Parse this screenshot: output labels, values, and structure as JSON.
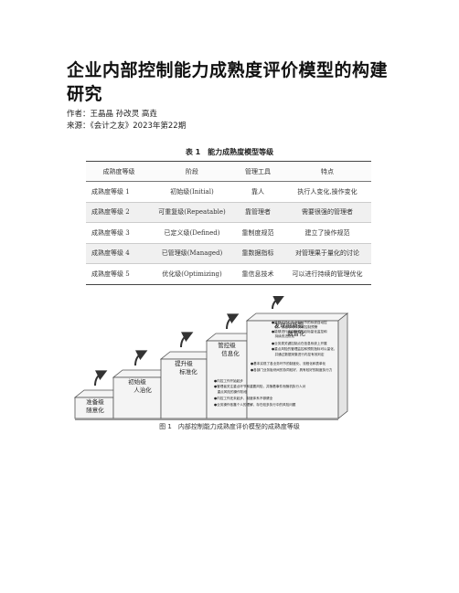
{
  "article": {
    "title": "企业内部控制能力成熟度评价模型的构建研究",
    "authors": "作者：王晶晶 孙改灵 高垚",
    "source": "来源：《会计之友》2023年第22期"
  },
  "table": {
    "caption": "表 1　能力成熟度模型等级",
    "headers": [
      "成熟度等级",
      "阶段",
      "管理工具",
      "特点"
    ],
    "rows": [
      [
        "成熟度等级 1",
        "初始级(Initial)",
        "靠人",
        "执行人变化,操作变化"
      ],
      [
        "成熟度等级 2",
        "可重复级(Repeatable)",
        "靠管理者",
        "需要很强的管理者"
      ],
      [
        "成熟度等级 3",
        "已定义级(Defined)",
        "靠制度规范",
        "建立了操作规范"
      ],
      [
        "成熟度等级 4",
        "已管理级(Managed)",
        "靠数据指标",
        "对管理果于量化的讨论"
      ],
      [
        "成熟度等级 5",
        "优化级(Optimizing)",
        "靠信息技术",
        "可以进行持续的管理优化"
      ]
    ]
  },
  "figure": {
    "caption": "图 1　内部控制能力成熟度评价模型的成熟度等级",
    "steps": [
      {
        "line1": "准备级",
        "line2": "随意化"
      },
      {
        "line1": "初始级",
        "line2": "人治化"
      },
      {
        "line1": "提升级",
        "line2": "标准化"
      },
      {
        "line1": "管控级",
        "line2": "信息化"
      },
      {
        "line1": "发现创新提",
        "line2": "数智化"
      }
    ],
    "descriptions": [
      {
        "line1": "●内控工作还未起步，制度体系不够健全",
        "line2": "●业务操作依靠个人的理解，存在较多执行中的风险问题"
      },
      {
        "line1": "●内控工作开始起步",
        "line2": "●管理者关注重点环节和重要风险，并随着事件而随机执行人对",
        "line3": "　重点风险的操作阶段"
      },
      {
        "line1": "●基本实现了各业务环节的制度化、流程化和表单化",
        "line2": "●各部门业务板块间的协同较好，具有较好的制度执行力"
      },
      {
        "line1": "●业务类关键控制点在信息系统上开展",
        "line2": "●重点风险的管理监控和预防指标可以量化，",
        "line3": "　并通过数据采集进行内控有效判定"
      },
      {
        "line1": "●能够实现业务全部环节的系统自动控",
        "line2": "　制，流程联动和关联控制预警",
        "line3": "●能够进行内部管理的目标量化监控和",
        "line4": "　持续改进优化"
      }
    ]
  },
  "colors": {
    "text": "#1a1a1a",
    "table_alt_row": "#f0f0f0",
    "step_face": "#f3f3f3",
    "step_edge": "#555555"
  }
}
